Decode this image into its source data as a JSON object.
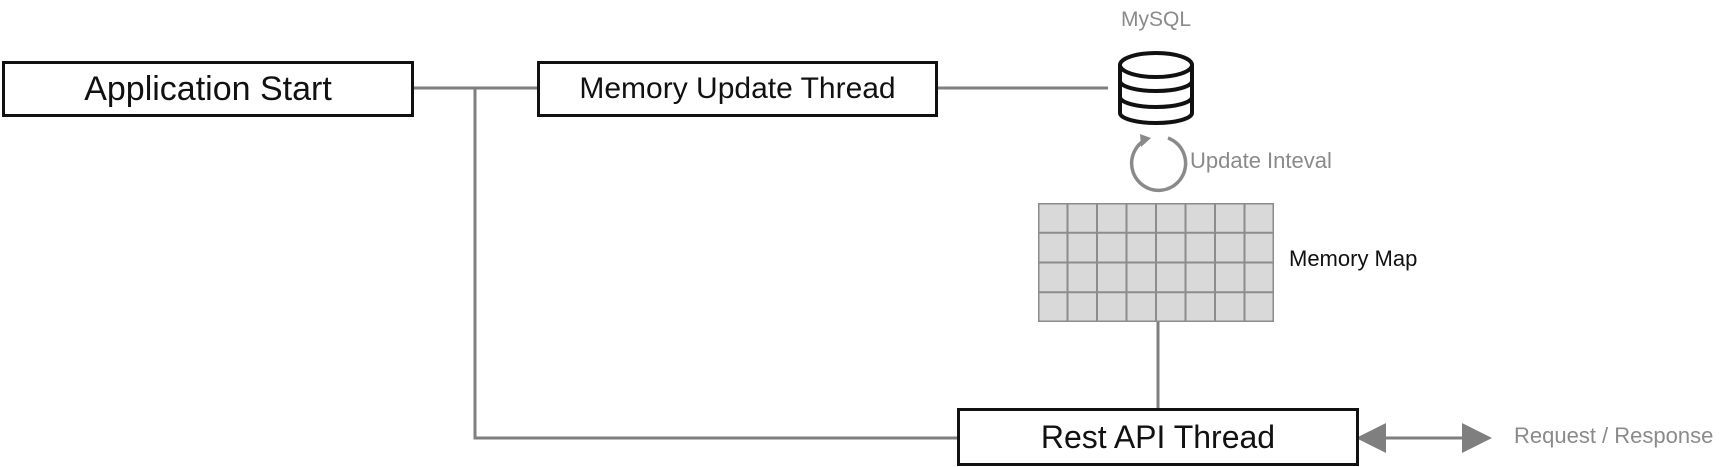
{
  "diagram": {
    "nodes": {
      "application_start": "Application Start",
      "memory_update_thread": "Memory Update Thread",
      "rest_api_thread": "Rest API Thread"
    },
    "labels": {
      "mysql": "MySQL",
      "update_interval": "Update Inteval",
      "memory_map": "Memory Map",
      "request_response": "Request / Response"
    },
    "icons": {
      "database": "database-icon",
      "refresh_cycle": "refresh-cycle-icon",
      "grid": "memory-map-grid",
      "arrow": "double-arrow-icon"
    },
    "colors": {
      "line": "#7f7f7f",
      "box_border": "#111111",
      "grid_fill": "#d9d9d9",
      "grid_stroke": "#8c8c8c",
      "secondary_text": "#8a8a8a"
    }
  }
}
